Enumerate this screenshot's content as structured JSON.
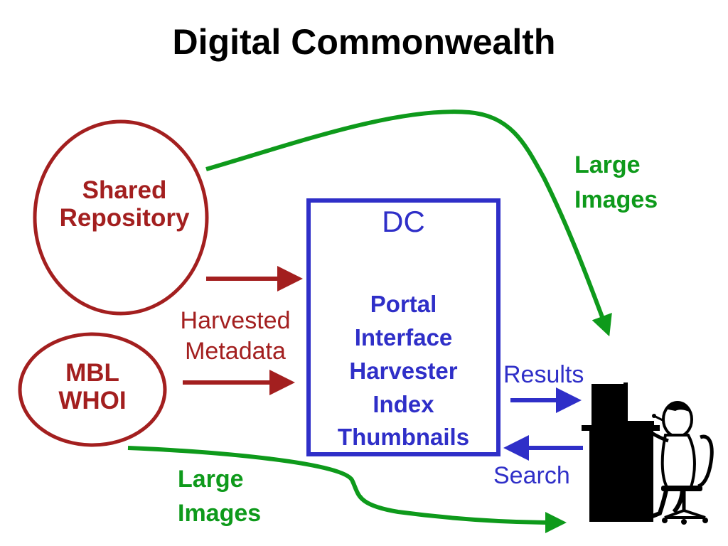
{
  "title": "Digital Commonwealth",
  "colors": {
    "repository": "#a31f1f",
    "large_images": "#0e9a1b",
    "dc": "#2f2fc8"
  },
  "nodes": {
    "shared_repository": {
      "line1": "Shared",
      "line2": "Repository"
    },
    "mbl_whoi": {
      "line1": "MBL",
      "line2": "WHOI"
    },
    "dc": {
      "heading": "DC",
      "lines": [
        "Portal",
        "Interface",
        "Harvester",
        "Index",
        "Thumbnails"
      ]
    },
    "user_icon": "computer-user-icon"
  },
  "labels": {
    "large_images_top": {
      "line1": "Large",
      "line2": "Images"
    },
    "large_images_bottom": {
      "line1": "Large",
      "line2": "Images"
    },
    "harvested_metadata": {
      "line1": "Harvested",
      "line2": "Metadata"
    },
    "results": "Results",
    "search": "Search"
  }
}
